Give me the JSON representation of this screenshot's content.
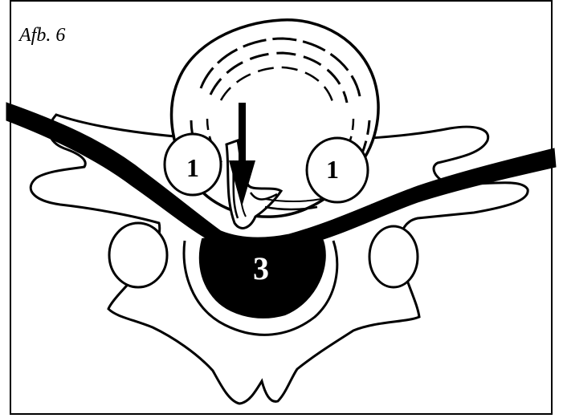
{
  "figure": {
    "caption": "Afb. 6",
    "labels": {
      "left_facet": "1",
      "right_facet": "1",
      "spinal_cord": "3"
    },
    "colors": {
      "line": "#000000",
      "background": "#ffffff"
    },
    "icons": {
      "pressure_arrow": "arrow-down-icon"
    }
  }
}
